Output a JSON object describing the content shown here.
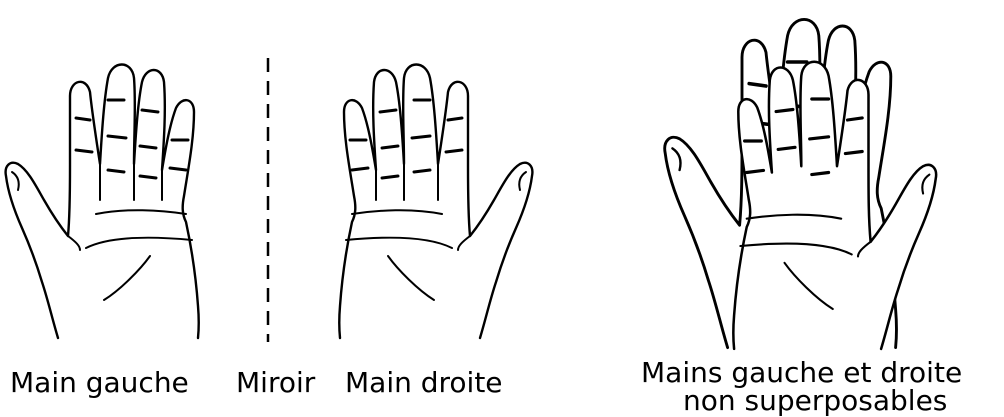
{
  "labels": {
    "left_hand": "Main gauche",
    "mirror": "Miroir",
    "right_hand": "Main droite",
    "combined_line1": "Mains gauche et droite",
    "combined_line2": "non superposables"
  },
  "colors": {
    "ink": "#000000",
    "background": "#ffffff"
  }
}
